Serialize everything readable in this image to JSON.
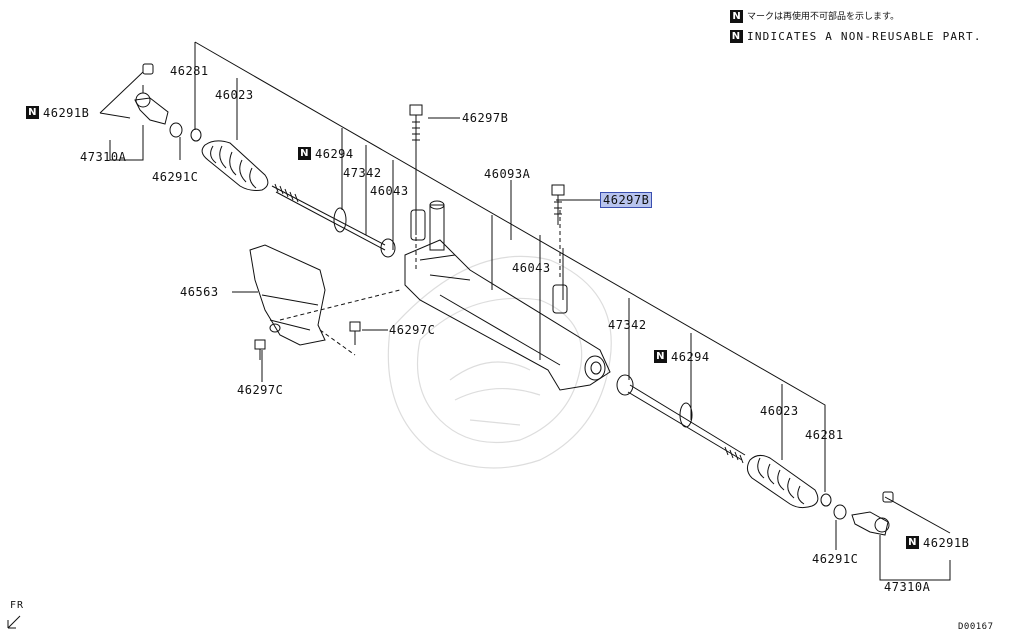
{
  "legend": {
    "line_jp": "マークは再使用不可部品を示します。",
    "line_en": "INDICATES A NON-REUSABLE PART.",
    "badge": "N"
  },
  "labels": {
    "p_46281_top": "46281",
    "p_46023_top": "46023",
    "p_46291B_left": "46291B",
    "p_47310A_left": "47310A",
    "p_46291C_left": "46291C",
    "p_46294_top": "46294",
    "p_47342_top": "47342",
    "p_46043_top": "46043",
    "p_46297B_top": "46297B",
    "p_46093A": "46093A",
    "p_46297B_hl": "46297B",
    "p_46043_mid": "46043",
    "p_46563": "46563",
    "p_46297C_mid": "46297C",
    "p_46297C_low": "46297C",
    "p_47342_right": "47342",
    "p_46294_right": "46294",
    "p_46023_right": "46023",
    "p_46281_right": "46281",
    "p_46291B_right": "46291B",
    "p_46291C_right": "46291C",
    "p_47310A_right": "47310A"
  },
  "direction_label": "FR",
  "drawing_code": "D00167",
  "highlight_color": "#b8c4ee"
}
